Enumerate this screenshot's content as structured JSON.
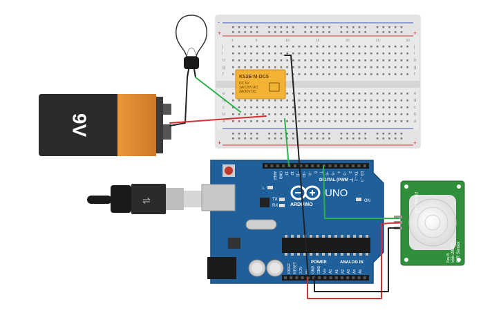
{
  "battery": {
    "label": "9V"
  },
  "relay": {
    "lines": [
      "KS2E-M-DC5",
      "DC 5V",
      "1A/125V AC",
      "2A/30V DC"
    ]
  },
  "breadboard": {
    "row_letters_top": [
      "j",
      "i",
      "h",
      "g",
      "f"
    ],
    "row_letters_bottom": [
      "e",
      "d",
      "c",
      "b",
      "a"
    ],
    "col_numbers": [
      "1",
      "5",
      "10",
      "15",
      "20",
      "25",
      "30"
    ]
  },
  "arduino": {
    "logo": "ARDUINO",
    "model": "UNO",
    "digital_label": "DIGITAL (PWM ~)",
    "power_label": "POWER",
    "analog_label": "ANALOG IN",
    "on_label": "ON",
    "l_label": "L",
    "tx_label": "TX",
    "rx_label": "RX",
    "aref": "AREF",
    "gnd_top": "GND",
    "pins_digital": [
      "13",
      "12",
      "~11",
      "~10",
      "~9",
      "8",
      "7",
      "~6",
      "~5",
      "4",
      "~3",
      "2",
      "TX→1",
      "RX←0"
    ],
    "pins_power": [
      "IOREF",
      "RESET",
      "3.3V",
      "5V",
      "GND",
      "GND",
      "Vin"
    ],
    "pins_analog": [
      "A0",
      "A1",
      "A2",
      "A3",
      "A4",
      "A5"
    ]
  },
  "pir": {
    "label1": "PIR Sensor",
    "label2": "555-28027",
    "label3": "Rev B",
    "brand": "PARALLAX"
  },
  "colors": {
    "wire_green": "#2bb34a",
    "wire_red": "#d32f2f",
    "wire_black": "#222222",
    "arduino_blue": "#1f5f9a",
    "relay_yellow": "#f2b233",
    "pir_green": "#2f8f3b"
  }
}
